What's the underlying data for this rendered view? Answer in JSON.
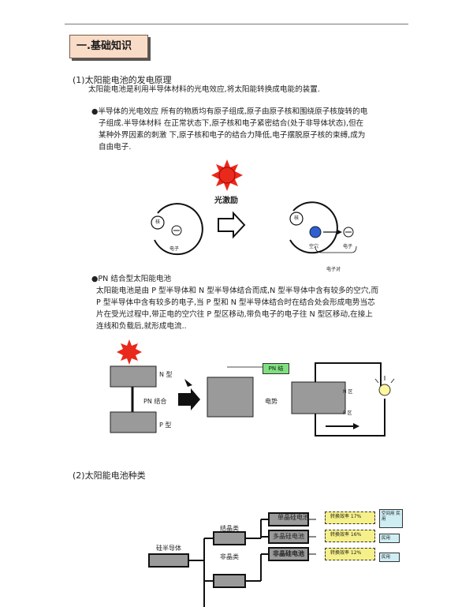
{
  "section_title": "一.基础知识",
  "s1": {
    "heading": "(1)太阳能电池的发电原理",
    "intro": "太阳能电池是利用半导体材料的光电效应,将太阳能转换成电能的装置.",
    "p1_lines": [
      "●半导体的光电效应 所有的物质均有原子组成,原子由原子核和围绕原子核旋转的电",
      "子组成.半导体材料 在正常状态下,原子核和电子紧密结合(处于非导体状态),但在",
      "某种外界因素的刺激 下,原子核和电子的结合力降低,电子摆脱原子核的束缚,成为",
      "自由电子."
    ],
    "fig1": {
      "excite": "光激励",
      "nucleus": "核",
      "electron": "电子",
      "hole": "空穴",
      "pair": "电子对"
    },
    "p2_head": "●PN 结合型太阳能电池",
    "p2_lines": [
      "太阳能电池是由 P 型半导体和 N 型半导体结合而成,N 型半导体中含有较多的空穴,而",
      "P 型半导体中含有较多的电子,当 P 型和 N 型半导体结合时在结合处会形成电势当芯",
      "片在受光过程中,带正电的空穴往 P 型区移动,带负电子的电子往 N 型区移动,在接上",
      "连线和负载后,就形成电流.."
    ],
    "fig2": {
      "n_type": "N 型",
      "pn_junction": "PN 结合",
      "p_type": "P 型",
      "pn_tag": "PN 结",
      "potential": "电势",
      "n_region": "N 区",
      "p_region": "P 区"
    }
  },
  "s2": {
    "heading": "(2)太阳能电池种类",
    "tree": {
      "silicon": "硅半导体",
      "crystalline": "结晶类",
      "amorphous": "非晶类",
      "mono": "单晶硅电池",
      "poly": "多晶硅电池",
      "amorph_cell": "非晶硅电池",
      "eff1": "转换效率 17%",
      "eff2": "转换效率 16%",
      "eff3": "转换效率 12%",
      "use1": "空间用 民用",
      "use2": "民用",
      "use3": "民用"
    }
  }
}
